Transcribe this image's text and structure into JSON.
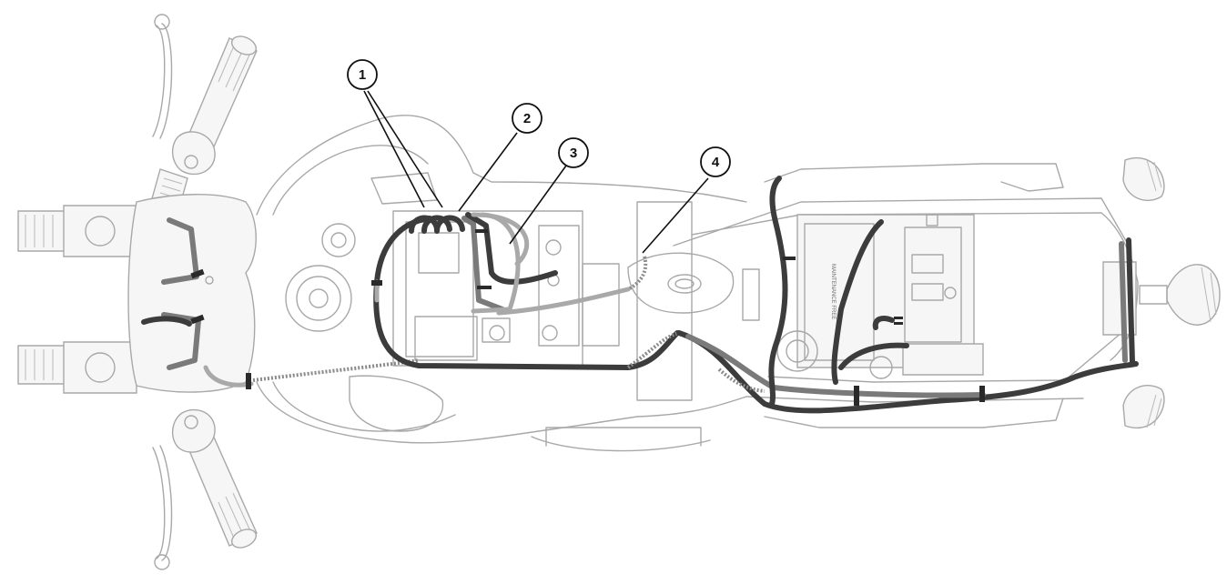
{
  "callouts": [
    {
      "id": "1",
      "label": "1"
    },
    {
      "id": "2",
      "label": "2"
    },
    {
      "id": "3",
      "label": "3"
    },
    {
      "id": "4",
      "label": "4"
    }
  ],
  "colors": {
    "outline": "#a8a8a8",
    "cable_dark": "#3c3c3c",
    "cable_mid": "#7a7a7a",
    "cable_light": "#a9a9a9",
    "callout_stroke": "#111111"
  }
}
